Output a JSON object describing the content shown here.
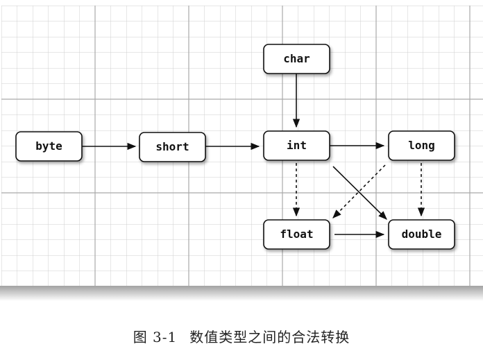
{
  "diagram": {
    "nodes": [
      {
        "id": "byte",
        "label": "byte"
      },
      {
        "id": "short",
        "label": "short"
      },
      {
        "id": "char",
        "label": "char"
      },
      {
        "id": "int",
        "label": "int"
      },
      {
        "id": "long",
        "label": "long"
      },
      {
        "id": "float",
        "label": "float"
      },
      {
        "id": "double",
        "label": "double"
      }
    ],
    "edges": [
      {
        "from": "byte",
        "to": "short",
        "style": "solid"
      },
      {
        "from": "short",
        "to": "int",
        "style": "solid"
      },
      {
        "from": "char",
        "to": "int",
        "style": "solid"
      },
      {
        "from": "int",
        "to": "long",
        "style": "solid"
      },
      {
        "from": "int",
        "to": "float",
        "style": "dotted"
      },
      {
        "from": "int",
        "to": "double",
        "style": "solid"
      },
      {
        "from": "long",
        "to": "float",
        "style": "dotted"
      },
      {
        "from": "long",
        "to": "double",
        "style": "dotted"
      },
      {
        "from": "float",
        "to": "double",
        "style": "solid"
      }
    ]
  },
  "caption": {
    "figure_number": "图 3-1",
    "text": "数值类型之间的合法转换"
  }
}
